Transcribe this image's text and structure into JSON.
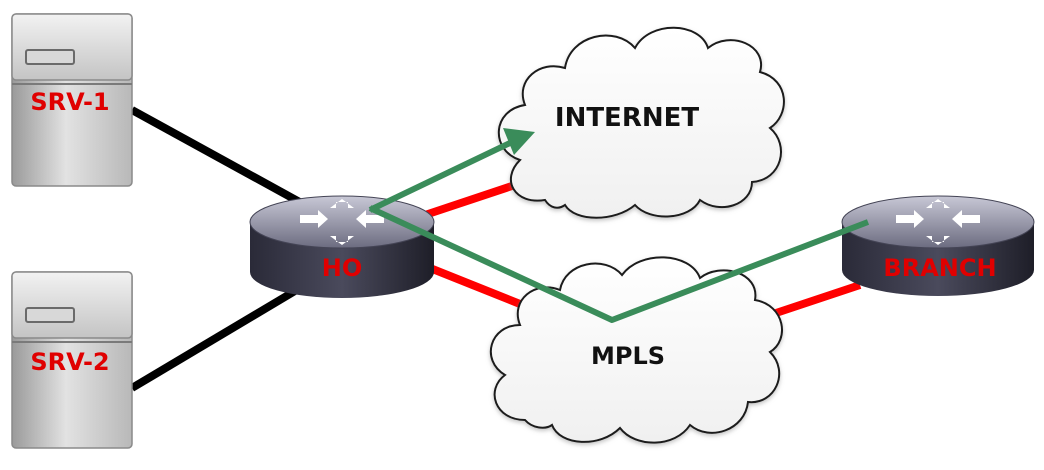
{
  "servers": [
    {
      "label": "SRV-1"
    },
    {
      "label": "SRV-2"
    }
  ],
  "routers": {
    "ho": {
      "label": "HO"
    },
    "branch": {
      "label": "BRANCH"
    }
  },
  "clouds": {
    "internet": {
      "label": "INTERNET"
    },
    "mpls": {
      "label": "MPLS"
    }
  },
  "colors": {
    "server_link": "#000000",
    "wan_link": "#ff0000",
    "traffic_path": "#3a8c5a",
    "node_label": "#e00000"
  }
}
